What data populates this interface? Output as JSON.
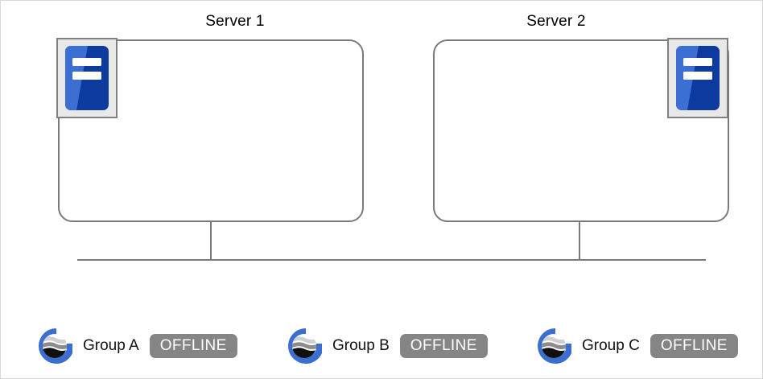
{
  "diagram": {
    "type": "server-topology",
    "servers": [
      {
        "title": "Server 1",
        "icon": "server-rack-icon",
        "icon_position": "top-left"
      },
      {
        "title": "Server 2",
        "icon": "server-rack-icon",
        "icon_position": "top-right"
      }
    ],
    "connector": {
      "name": "network-bus",
      "orientation": "horizontal"
    }
  },
  "groups": [
    {
      "logo": "globe-g-logo",
      "label": "Group A",
      "status": "OFFLINE"
    },
    {
      "logo": "globe-g-logo",
      "label": "Group B",
      "status": "OFFLINE"
    },
    {
      "logo": "globe-g-logo",
      "label": "Group C",
      "status": "OFFLINE"
    }
  ],
  "colors": {
    "outline": "#7a7a7a",
    "icon_frame": "#808080",
    "icon_frame_fill": "#e8e8e8",
    "server_blue_light": "#3b6fd4",
    "server_blue_dark": "#0d3a9e",
    "logo_blue": "#3a6fd0",
    "status_gray": "#858585",
    "status_text": "#ffffff",
    "page_border": "#d8d8d8"
  }
}
